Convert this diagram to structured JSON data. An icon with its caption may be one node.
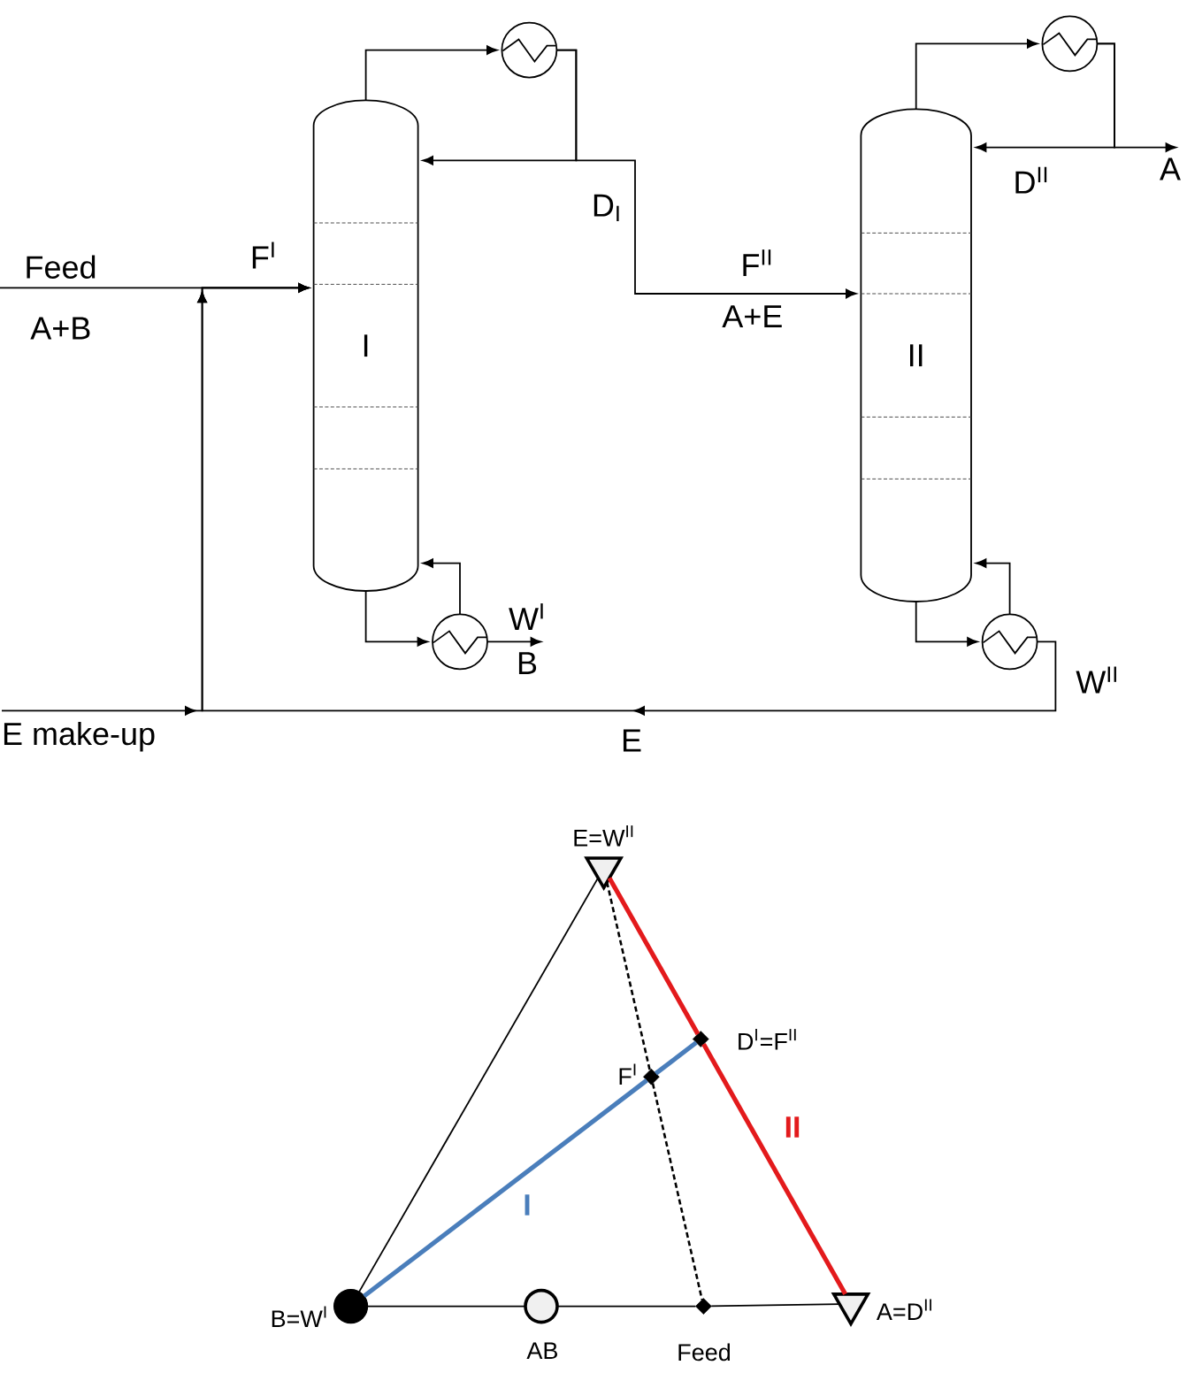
{
  "diagram": {
    "nodes": [
      {
        "text": [
          "I"
        ]
      },
      {
        "text": [],
        "shape": "circle"
      },
      {
        "text": [],
        "shape": "circle"
      },
      {
        "text": [
          "II"
        ]
      },
      {
        "text": [],
        "shape": "circle"
      },
      {
        "text": [],
        "shape": "circle"
      },
      {
        "text": [],
        "shape": "triangle",
        "beside": [
          "E=W$^{II}$"
        ]
      },
      {
        "text": [],
        "shape": "circle",
        "beside": [
          "B=W$^{I}$"
        ]
      },
      {
        "text": [],
        "shape": "triangle",
        "beside": [
          "A=D$^{II}$"
        ]
      },
      {
        "text": [],
        "shape": "circle",
        "beside": [
          "AB"
        ]
      },
      {
        "text": [],
        "shape": "diamond",
        "beside": [
          "Feed"
        ]
      },
      {
        "text": [],
        "shape": "diamond",
        "beside": [
          "F$^{I}$"
        ]
      },
      {
        "text": [],
        "shape": "diamond",
        "beside": [
          "D$^{I}$=F$^{II}$"
        ]
      },
      {
        "text": [
          "E make-up"
        ]
      },
      {
        "text": [
          "A"
        ]
      },
      {
        "text": [
          "W$^{I}$",
          "B"
        ]
      }
    ],
    "edges": [
      {
        "from": null,
        "to": 0,
        "arrow": "to"
      },
      {
        "from": 13,
        "to": 0,
        "arrow": "to"
      },
      {
        "from": 5,
        "to": 0,
        "arrow": "to"
      },
      {
        "from": 0,
        "to": 1,
        "arrow": "to"
      },
      {
        "from": 1,
        "to": 0,
        "arrow": "to"
      },
      {
        "from": 1,
        "to": 3,
        "arrow": "to"
      },
      {
        "from": 0,
        "to": 2,
        "arrow": "to"
      },
      {
        "from": 2,
        "to": 0,
        "arrow": "to"
      },
      {
        "from": 2,
        "to": 15,
        "arrow": "to"
      },
      {
        "from": 3,
        "to": 4,
        "arrow": "to"
      },
      {
        "from": 4,
        "to": 3,
        "arrow": "to"
      },
      {
        "from": 4,
        "to": 14,
        "arrow": "to"
      },
      {
        "from": 3,
        "to": 5,
        "arrow": "to"
      },
      {
        "from": 5,
        "to": 3,
        "arrow": "to"
      },
      {
        "from": 7,
        "to": 6,
        "arrow": "none"
      },
      {
        "from": 7,
        "to": 9,
        "arrow": "none"
      },
      {
        "from": 9,
        "to": 10,
        "arrow": "none"
      },
      {
        "from": 10,
        "to": 8,
        "arrow": "none"
      },
      {
        "from": 7,
        "to": 11,
        "arrow": "none",
        "label": "I",
        "style": "thick",
        "color": "#4a7ebb"
      },
      {
        "from": 11,
        "to": 12,
        "arrow": "none",
        "style": "thick",
        "color": "#4a7ebb"
      },
      {
        "from": 6,
        "to": 11,
        "arrow": "none",
        "style": "dashed"
      },
      {
        "from": 11,
        "to": 10,
        "arrow": "none",
        "style": "dashed"
      },
      {
        "from": 6,
        "to": 12,
        "arrow": "none",
        "style": "thick",
        "color": "#e31a1c"
      },
      {
        "from": 12,
        "to": 8,
        "arrow": "none",
        "label": "II",
        "style": "thick",
        "color": "#e31a1c"
      }
    ],
    "labels": [
      "Feed",
      "A+B",
      "F$^{I}$",
      "D$_{I}$",
      "F$^{II}$",
      "A+E",
      "D$^{II}$",
      "W$^{II}$",
      "E"
    ]
  }
}
